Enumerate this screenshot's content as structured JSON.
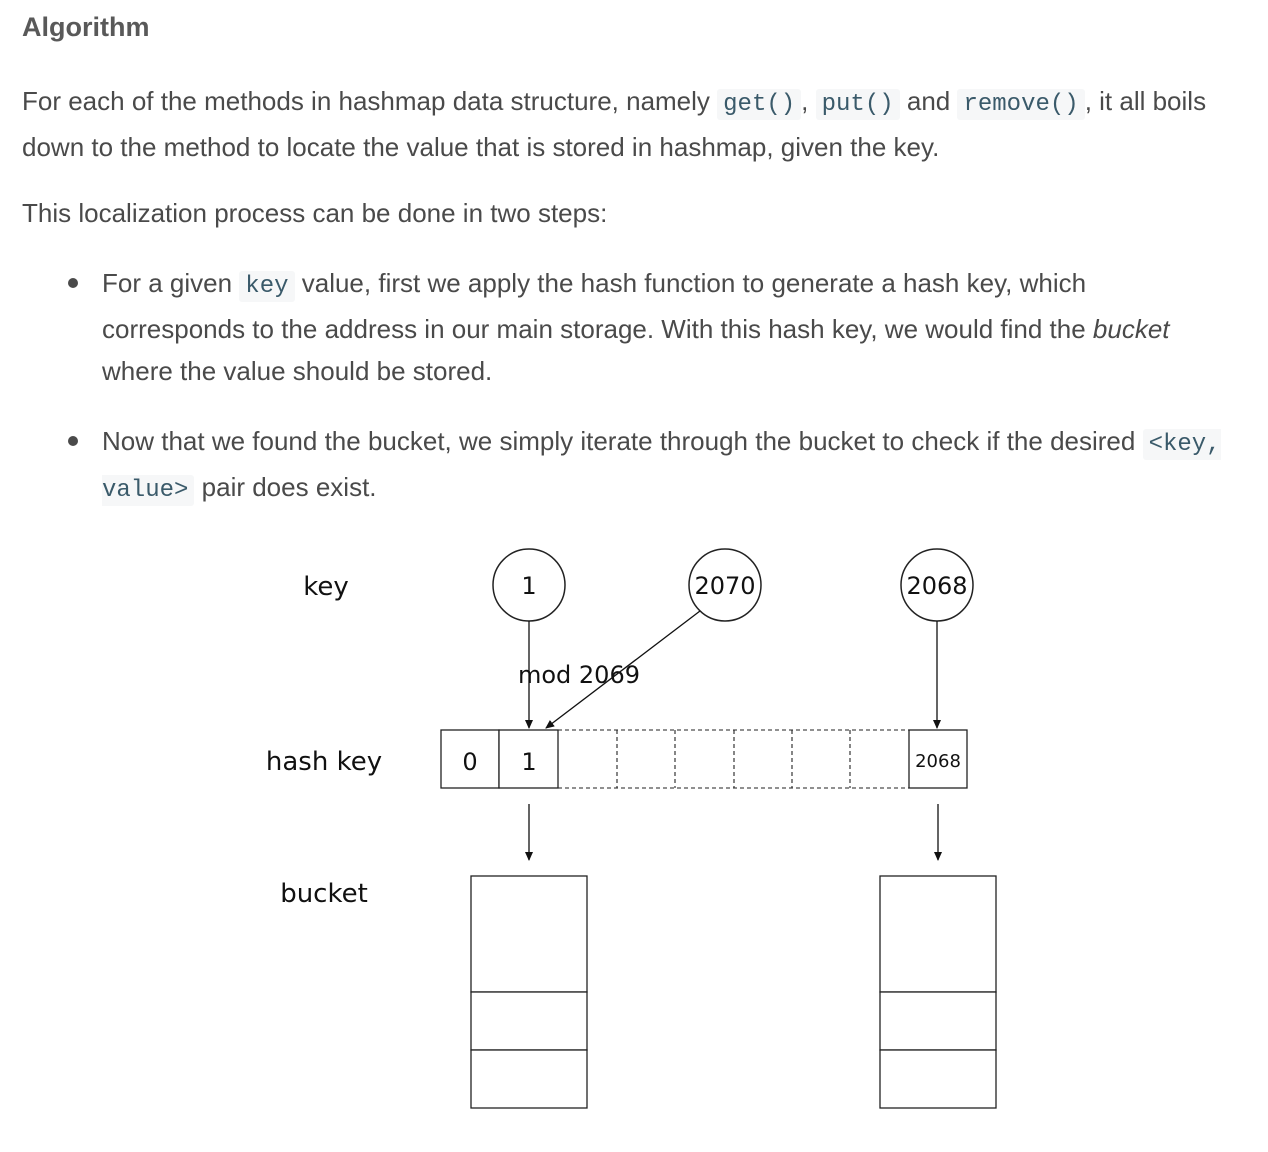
{
  "heading": "Algorithm",
  "para1": {
    "before": "For each of the methods in hashmap data structure, namely ",
    "code_get": "get()",
    "sep1": ", ",
    "code_put": "put()",
    "mid": " and ",
    "code_remove": "remove()",
    "after": ", it all boils down to the method to locate the value that is stored in hashmap, given the key."
  },
  "para2": "This localization process can be done in two steps:",
  "steps": [
    {
      "before": "For a given ",
      "code": "key",
      "middle": " value, first we apply the hash function to generate a hash key, which corresponds to the address in our main storage. With this hash key, we would find the ",
      "em": "bucket",
      "after": " where the value should be stored."
    },
    {
      "before": "Now that we found the bucket, we simply iterate through the bucket to check if the desired ",
      "code": "<key, value>",
      "after": " pair does exist."
    }
  ],
  "diagram": {
    "row_labels": {
      "key": "key",
      "hash_key": "hash key",
      "bucket": "bucket"
    },
    "keys": [
      "1",
      "2070",
      "2068"
    ],
    "mod_label": "mod 2069",
    "hash_cells": [
      "0",
      "1",
      "2068"
    ]
  }
}
